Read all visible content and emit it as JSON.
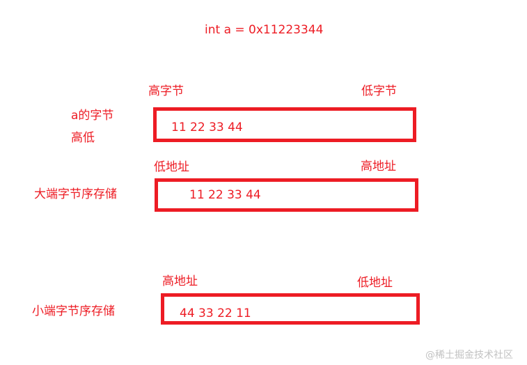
{
  "title": "int a = 0x11223344",
  "accent_color": "#ED1C24",
  "rows": [
    {
      "label_line1": "a的字节",
      "label_line2": "高低",
      "left_header": "高字节",
      "right_header": "低字节",
      "bytes": "11 22 33 44"
    },
    {
      "label": "大端字节序存储",
      "left_header": "低地址",
      "right_header": "高地址",
      "bytes": "11 22 33 44"
    },
    {
      "label": "小端字节序存储",
      "left_header": "高地址",
      "right_header": "低地址",
      "bytes": "44 33 22 11"
    }
  ],
  "watermark": "@稀土掘金技术社区"
}
